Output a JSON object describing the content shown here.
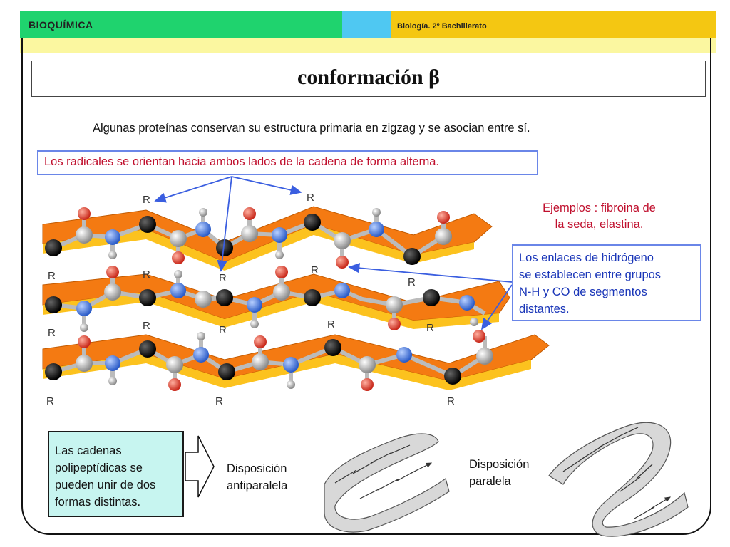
{
  "header": {
    "title": "BIOQUÍMICA",
    "course": "Biología. 2º Bachillerato",
    "colors": {
      "green": "#1fd36e",
      "cyan": "#4fc8f2",
      "gold": "#f4c712",
      "light": "#fbf7a0"
    }
  },
  "slide": {
    "title": "conformación β",
    "intro": "Algunas proteínas conservan su estructura primaria en zigzag y se asocian entre sí.",
    "radicales_note": "Los radicales se orientan hacia ambos lados de la cadena de forma alterna.",
    "ejemplos_line1": "Ejemplos : fibroina de",
    "ejemplos_line2": "la seda, elastina.",
    "enlaces_note": [
      "Los enlaces de hidrógeno",
      "se establecen entre grupos",
      "N-H y CO de segmentos",
      "distantes."
    ],
    "cadenas_note": [
      "Las cadenas",
      "polipeptídicas se",
      "pueden unir de dos",
      "formas distintas."
    ],
    "antiparalela": [
      "Disposición",
      "antiparalela"
    ],
    "paralela": [
      "Disposición",
      "paralela"
    ],
    "radical_label": "R",
    "colors": {
      "accent_red": "#c0102e",
      "accent_blue": "#1a36b8",
      "box_border": "#6a86e8",
      "ribbon_orange": "#f47a12",
      "ribbon_yellow": "#fcc21e"
    }
  }
}
